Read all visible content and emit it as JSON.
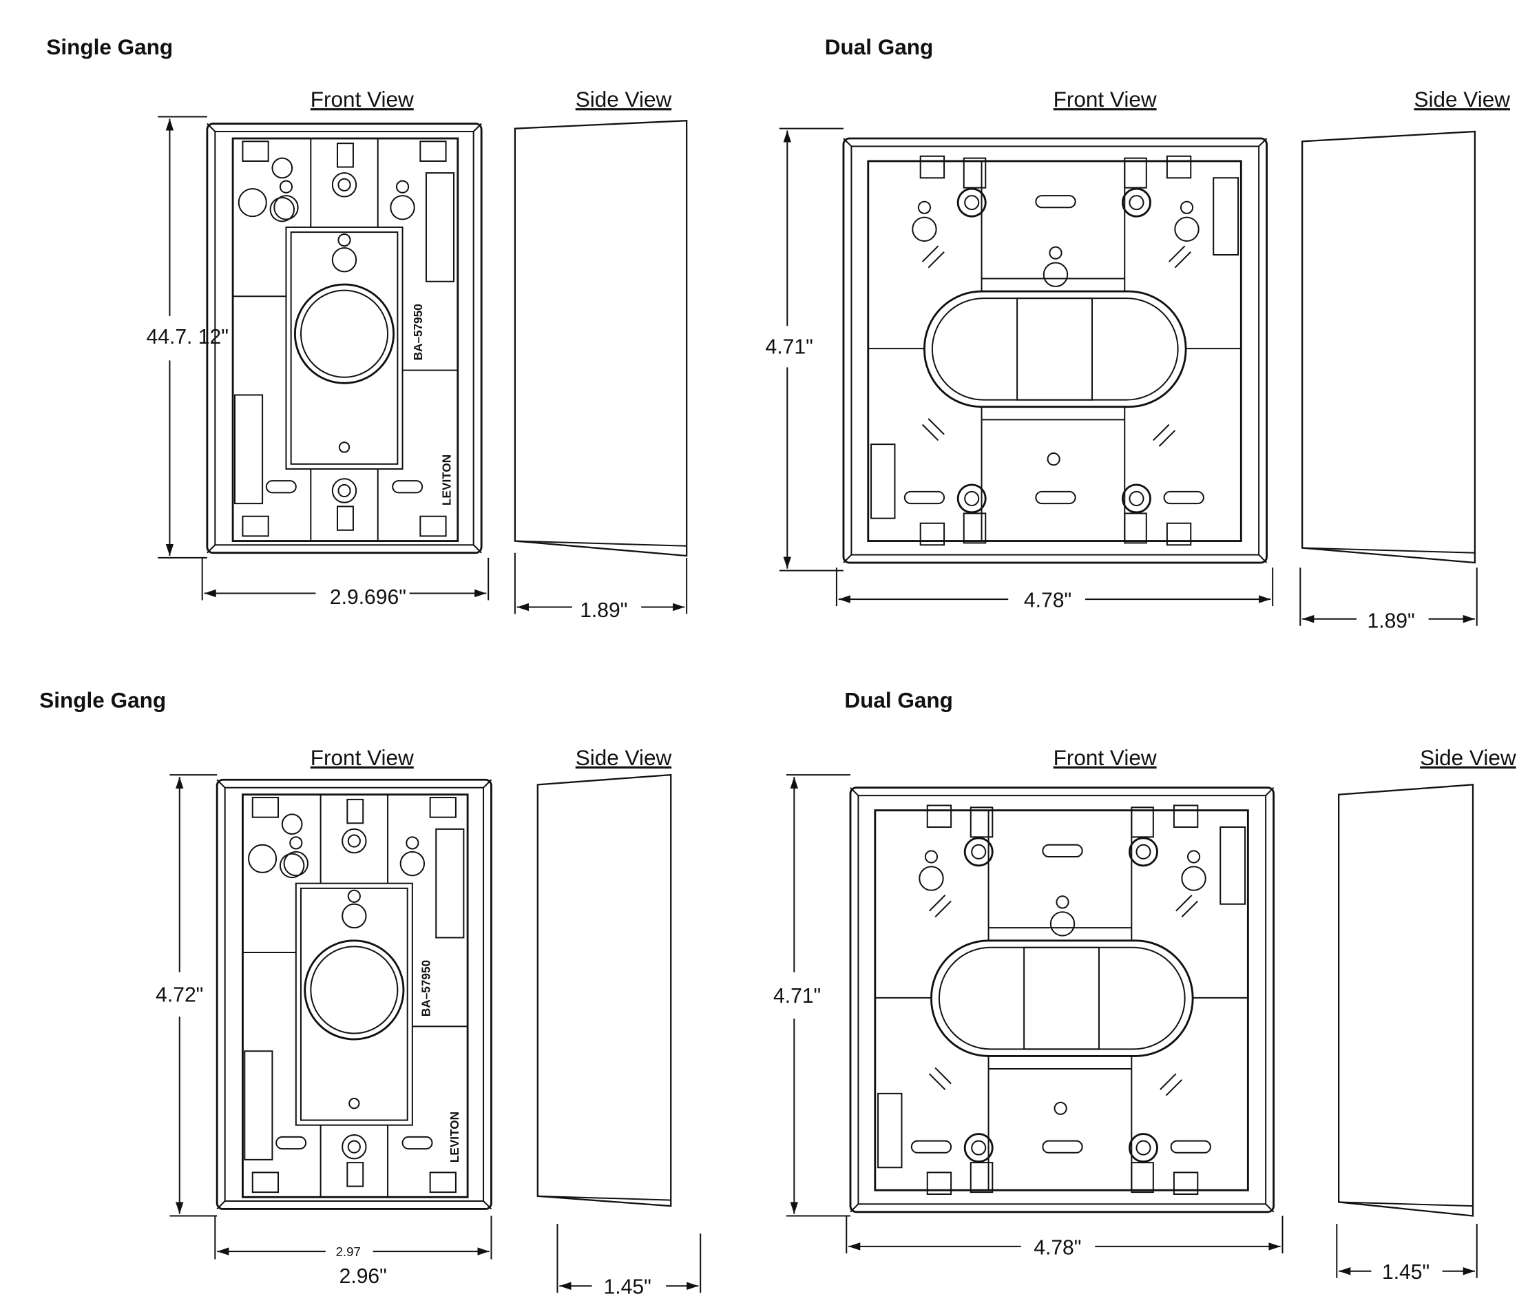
{
  "panels": [
    {
      "title": "Single Gang",
      "front_label": "Front View",
      "side_label": "Side View",
      "height_label": "44.7. 12\"",
      "width_label": "2.9.696\"",
      "depth_label": "1.89\"",
      "part_number": "BA–57950",
      "brand": "LEVITON"
    },
    {
      "title": "Dual Gang",
      "front_label": "Front View",
      "side_label": "Side View",
      "height_label": "4.71\"",
      "width_label": "4.78\"",
      "depth_label": "1.89\""
    },
    {
      "title": "Single Gang",
      "front_label": "Front View",
      "side_label": "Side View",
      "height_label": "4.72\"",
      "width_small_label": "2.97",
      "width_label": "2.96\"",
      "depth_label": "1.45\"",
      "part_number": "BA–57950",
      "brand": "LEVITON"
    },
    {
      "title": "Dual Gang",
      "front_label": "Front View",
      "side_label": "Side View",
      "height_label": "4.71\"",
      "width_label": "4.78\"",
      "depth_label": "1.45\""
    }
  ]
}
